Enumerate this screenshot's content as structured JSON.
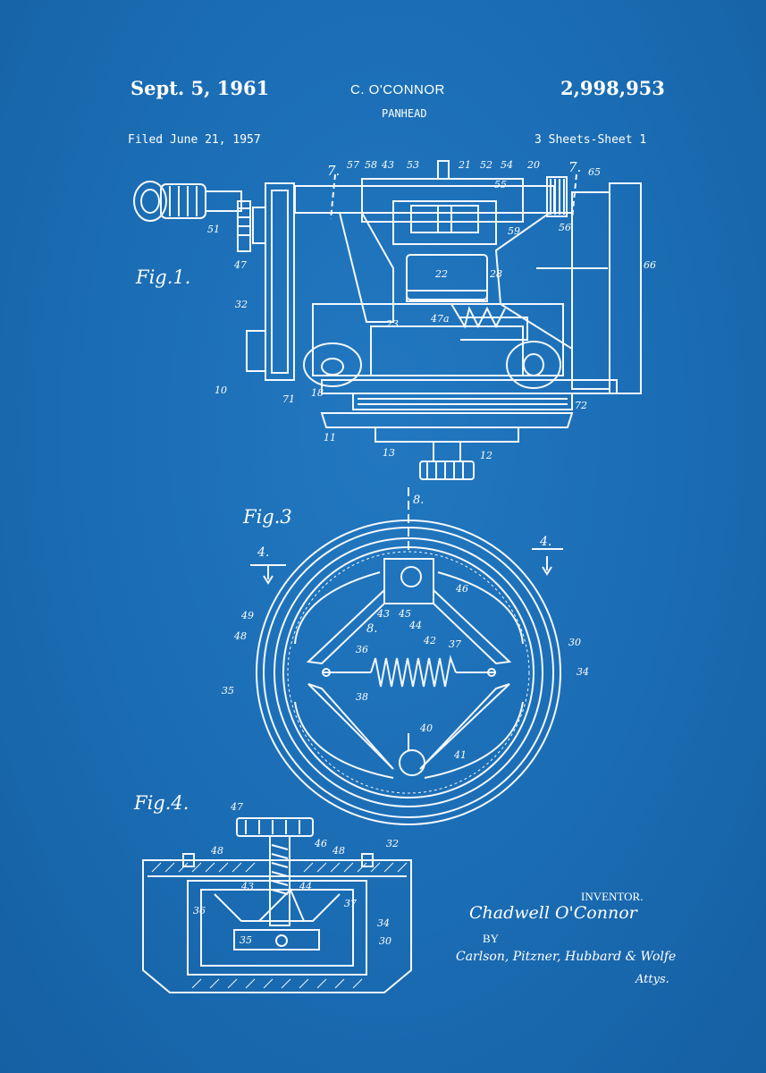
{
  "header": {
    "date": "Sept. 5, 1961",
    "inventor": "C. O'CONNOR",
    "patent_number": "2,998,953",
    "title": "PANHEAD",
    "filed": "Filed June 21, 1957",
    "sheets": "3 Sheets-Sheet 1"
  },
  "figures": {
    "fig1": "Fig.1.",
    "fig3": "Fig.3",
    "fig4": "Fig.4."
  },
  "fig1_labels": [
    "57",
    "58",
    "43",
    "53",
    "21",
    "52",
    "54",
    "20",
    "7.",
    "65",
    "51",
    "47",
    "32",
    "66",
    "55",
    "59",
    "56",
    "22",
    "28",
    "23",
    "47a",
    "10",
    "71",
    "18",
    "72",
    "11",
    "13",
    "12",
    "7."
  ],
  "fig3_labels": [
    "8.",
    "4.",
    "4.",
    "46",
    "49",
    "48",
    "43",
    "45",
    "44",
    "8.",
    "30",
    "36",
    "42",
    "37",
    "35",
    "38",
    "34",
    "40",
    "41"
  ],
  "fig4_labels": [
    "47",
    "48",
    "46",
    "48",
    "32",
    "43",
    "44",
    "36",
    "37",
    "34",
    "35",
    "30"
  ],
  "signature": {
    "inventor_label": "INVENTOR.",
    "inventor_name": "Chadwell O'Connor",
    "by": "BY",
    "attorneys": "Carlson, Pitzner, Hubbard & Wolfe",
    "attys": "Attys."
  }
}
